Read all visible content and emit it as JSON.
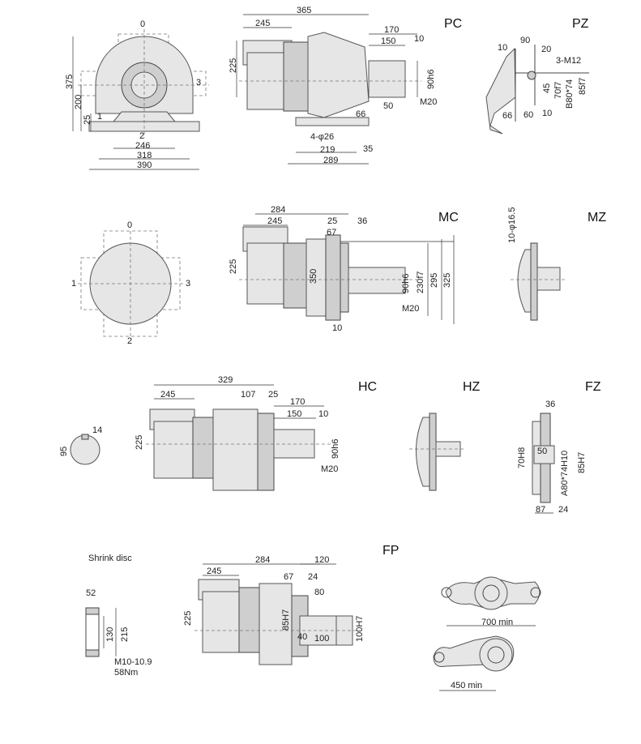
{
  "titles": {
    "pc": "PC",
    "pz": "PZ",
    "mc": "MC",
    "mz": "MZ",
    "hc": "HC",
    "hz": "HZ",
    "fz": "FZ",
    "fp": "FP",
    "shrink": "Shrink disc"
  },
  "pc_front": {
    "pos0": "0",
    "pos1": "1",
    "pos2": "2",
    "pos3": "3",
    "d375": "375",
    "d200": "200",
    "d25": "25",
    "d246": "246",
    "d318": "318",
    "d390": "390"
  },
  "pc_side": {
    "d365": "365",
    "d245": "245",
    "d225": "225",
    "d170": "170",
    "d150": "150",
    "d10": "10",
    "d90h6": "90h6",
    "m20": "M20",
    "d50": "50",
    "d66": "66",
    "holes": "4-φ26",
    "d219": "219",
    "d35": "35",
    "d289": "289"
  },
  "pz": {
    "d10": "10",
    "d90": "90",
    "d20": "20",
    "m12": "3-M12",
    "d45": "45",
    "d70f7": "70f7",
    "b80": "B80*74",
    "d85f7": "85f7",
    "d66": "66",
    "d60": "60",
    "d10b": "10"
  },
  "mc_front": {
    "pos0": "0",
    "pos1": "1",
    "pos2": "2",
    "pos3": "3"
  },
  "mc_side": {
    "d284": "284",
    "d245": "245",
    "d25": "25",
    "d36": "36",
    "d67": "67",
    "d225": "225",
    "d350": "350",
    "d230f7": "230f7",
    "d295": "295",
    "d325": "325",
    "d90h6": "90h6",
    "m20": "M20",
    "d10": "10"
  },
  "mz": {
    "holes": "10-φ16.5"
  },
  "key": {
    "d14": "14",
    "d95": "95"
  },
  "hc": {
    "d329": "329",
    "d245": "245",
    "d107": "107",
    "d25": "25",
    "d170": "170",
    "d150": "150",
    "d10": "10",
    "d225": "225",
    "d90h6": "90h6",
    "m20": "M20"
  },
  "fz": {
    "d36": "36",
    "d50": "50",
    "d70h8": "70H8",
    "a80": "A80*74H10",
    "d85h7": "85H7",
    "d87": "87",
    "d24": "24"
  },
  "shrink": {
    "d52": "52",
    "d130": "130",
    "d215": "215",
    "bolt": "M10-10.9",
    "torque": "58Nm"
  },
  "fp": {
    "d284": "284",
    "d245": "245",
    "d120": "120",
    "d67": "67",
    "d24": "24",
    "d80": "80",
    "d225": "225",
    "d85h7": "85H7",
    "d40": "40",
    "d100": "100",
    "d100h7": "100H7"
  },
  "torque_arm": {
    "d700": "700 min",
    "d450": "450 min"
  }
}
